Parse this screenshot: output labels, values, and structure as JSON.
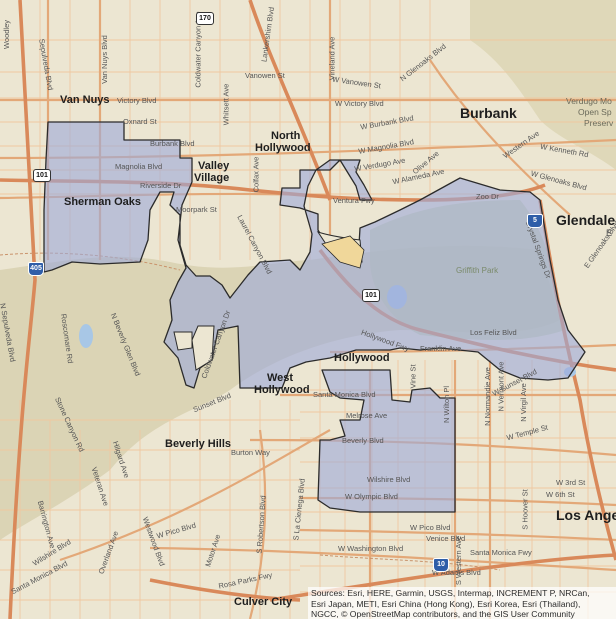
{
  "map": {
    "cities": [
      {
        "id": "burbank",
        "name": "Burbank"
      },
      {
        "id": "glendale",
        "name": "Glendale"
      },
      {
        "id": "los-angeles",
        "name": "Los Angel"
      },
      {
        "id": "beverly-hills",
        "name": "Beverly Hills"
      },
      {
        "id": "culver-city",
        "name": "Culver City"
      },
      {
        "id": "van-nuys",
        "name": "Van Nuys"
      },
      {
        "id": "sherman-oaks",
        "name": "Sherman Oaks"
      },
      {
        "id": "north-hollywood-1",
        "name": "North"
      },
      {
        "id": "north-hollywood-2",
        "name": "Hollywood"
      },
      {
        "id": "valley-village-1",
        "name": "Valley"
      },
      {
        "id": "valley-village-2",
        "name": "Village"
      },
      {
        "id": "hollywood",
        "name": "Hollywood"
      },
      {
        "id": "west-hollywood-1",
        "name": "West"
      },
      {
        "id": "west-hollywood-2",
        "name": "Hollywood"
      }
    ],
    "streets": [
      {
        "id": "victory-blvd",
        "name": "Victory Blvd"
      },
      {
        "id": "w-victory-blvd",
        "name": "W Victory Blvd"
      },
      {
        "id": "oxnard-st",
        "name": "Oxnard St"
      },
      {
        "id": "vanowen-st",
        "name": "Vanowen St"
      },
      {
        "id": "w-vanowen-st",
        "name": "W Vanowen St"
      },
      {
        "id": "burbank-blvd",
        "name": "Burbank Blvd"
      },
      {
        "id": "w-burbank-blvd",
        "name": "W Burbank Blvd"
      },
      {
        "id": "magnolia-blvd",
        "name": "Magnolia Blvd"
      },
      {
        "id": "w-magnolia-blvd",
        "name": "W Magnolia Blvd"
      },
      {
        "id": "riverside-dr",
        "name": "Riverside Dr"
      },
      {
        "id": "w-verdugo-ave",
        "name": "W Verdugo Ave"
      },
      {
        "id": "w-alameda-ave",
        "name": "W Alameda Ave"
      },
      {
        "id": "moorpark-st",
        "name": "Moorpark St"
      },
      {
        "id": "ventura-fwy",
        "name": "Ventura Fwy"
      },
      {
        "id": "laurel-canyon-blvd",
        "name": "Laurel Canyon Blvd"
      },
      {
        "id": "coldwater-canyon-ave",
        "name": "Coldwater Canyon Ave"
      },
      {
        "id": "whitsett-ave",
        "name": "Whitsett Ave"
      },
      {
        "id": "lankershim-blvd",
        "name": "Lankershim Blvd"
      },
      {
        "id": "vineland-ave",
        "name": "Vineland Ave"
      },
      {
        "id": "colfax-ave",
        "name": "Colfax Ave"
      },
      {
        "id": "sepulveda-blvd",
        "name": "Sepulveda Blvd"
      },
      {
        "id": "van-nuys-blvd",
        "name": "Van Nuys Blvd"
      },
      {
        "id": "woodley-ave",
        "name": "Woodley"
      },
      {
        "id": "n-glenoaks-blvd",
        "name": "N Glenoaks Blvd"
      },
      {
        "id": "w-glenoaks-blvd",
        "name": "W Glenoaks Blvd"
      },
      {
        "id": "w-kenneth-rd",
        "name": "W Kenneth Rd"
      },
      {
        "id": "western-ave",
        "name": "Western Ave"
      },
      {
        "id": "olive-ave",
        "name": "Olive Ave"
      },
      {
        "id": "zoo-dr",
        "name": "Zoo Dr"
      },
      {
        "id": "crystal-springs-dr",
        "name": "Crystal Springs Dr"
      },
      {
        "id": "los-feliz-blvd",
        "name": "Los Feliz Blvd"
      },
      {
        "id": "griffith-park",
        "name": "Griffith Park"
      },
      {
        "id": "franklin-ave",
        "name": "Franklin Ave"
      },
      {
        "id": "hollywood-fwy",
        "name": "Hollywood Fwy"
      },
      {
        "id": "santa-monica-blvd",
        "name": "Santa Monica Blvd"
      },
      {
        "id": "melrose-ave",
        "name": "Melrose Ave"
      },
      {
        "id": "beverly-blvd",
        "name": "Beverly Blvd"
      },
      {
        "id": "wilshire-blvd",
        "name": "Wilshire Blvd"
      },
      {
        "id": "w-olympic-blvd",
        "name": "W Olympic Blvd"
      },
      {
        "id": "w-pico-blvd",
        "name": "W Pico Blvd"
      },
      {
        "id": "venice-blvd",
        "name": "Venice Blvd"
      },
      {
        "id": "w-washington-blvd",
        "name": "W Washington Blvd"
      },
      {
        "id": "w-adams-blvd",
        "name": "W Adams Blvd"
      },
      {
        "id": "santa-monica-fwy",
        "name": "Santa Monica Fwy"
      },
      {
        "id": "rosa-parks-fwy",
        "name": "Rosa Parks Fwy"
      },
      {
        "id": "sunset-blvd",
        "name": "Sunset Blvd"
      },
      {
        "id": "w-sunset-blvd",
        "name": "W Sunset Blvd"
      },
      {
        "id": "w-temple-st",
        "name": "W Temple St"
      },
      {
        "id": "burton-way",
        "name": "Burton Way"
      },
      {
        "id": "vine-st",
        "name": "Vine St"
      },
      {
        "id": "n-wilton-pl",
        "name": "N Wilton Pl"
      },
      {
        "id": "n-normandie-ave",
        "name": "N Normandie Ave"
      },
      {
        "id": "n-vermont-ave",
        "name": "N Vermont Ave"
      },
      {
        "id": "n-virgil-ave",
        "name": "N Virgil Ave"
      },
      {
        "id": "s-hoover-st",
        "name": "S Hoover St"
      },
      {
        "id": "s-robertson-blvd",
        "name": "S Robertson Blvd"
      },
      {
        "id": "w-3rd-st",
        "name": "W 3rd St"
      },
      {
        "id": "w-6th-st",
        "name": "W 6th St"
      },
      {
        "id": "w-pico-blvd-2",
        "name": "W Pico Blvd"
      },
      {
        "id": "coldwater-canyon-dr",
        "name": "Coldwater Canyon Dr"
      },
      {
        "id": "n-beverly-glen-blvd",
        "name": "N Beverly Glen Blvd"
      },
      {
        "id": "roscomare-rd",
        "name": "Roscomare Rd"
      },
      {
        "id": "stone-canyon-rd",
        "name": "Stone Canyon Rd"
      },
      {
        "id": "n-sepulveda-blvd",
        "name": "N Sepulveda Blvd"
      },
      {
        "id": "wilshire-blvd-w",
        "name": "Wilshire Blvd"
      },
      {
        "id": "santa-monica-blvd-w",
        "name": "Santa Monica Blvd"
      },
      {
        "id": "westwood-blvd",
        "name": "Westwood Blvd"
      },
      {
        "id": "overland-ave",
        "name": "Overland Ave"
      },
      {
        "id": "barrington-ave",
        "name": "Barrington Ave"
      },
      {
        "id": "motor-ave",
        "name": "Motor Ave"
      },
      {
        "id": "veteran-ave",
        "name": "Veteran Ave"
      },
      {
        "id": "hilgard-ave",
        "name": "Hilgard Ave"
      },
      {
        "id": "s-la-cienega-blvd",
        "name": "S La Cienega Blvd"
      },
      {
        "id": "s-western-ave",
        "name": "S Western Ave"
      },
      {
        "id": "e-glenoaks-blvd",
        "name": "E Glenoaks Blvd"
      },
      {
        "id": "verdugo-mountains",
        "name": "Verdugo Mo"
      },
      {
        "id": "open-space",
        "name": "Open Sp"
      },
      {
        "id": "preserve",
        "name": "Preserv"
      },
      {
        "id": "glendale-ave-e",
        "name": "E"
      }
    ],
    "shields": [
      {
        "id": "i-101-a",
        "number": "101",
        "kind": "us"
      },
      {
        "id": "i-170",
        "number": "170",
        "kind": "us"
      },
      {
        "id": "i-101-b",
        "number": "101",
        "kind": "us"
      },
      {
        "id": "i-10-a",
        "number": "10",
        "kind": "interstate"
      },
      {
        "id": "i-405",
        "number": "405",
        "kind": "interstate"
      },
      {
        "id": "i-5",
        "number": "5",
        "kind": "interstate"
      }
    ],
    "colors": {
      "land": "#ece6d2",
      "hills": "#d9d2b4",
      "roads": "#e8b486",
      "freeway": "#d98e5d",
      "district_fill": "#9ea9d9",
      "district_stroke": "#2b2b2b",
      "water": "#a8c7e6",
      "park": "#c9d2a2"
    },
    "attribution": [
      "Sources: Esri, HERE, Garmin, USGS, Intermap, INCREMENT P, NRCan,",
      "Esri Japan, METI, Esri China (Hong Kong), Esri Korea, Esri (Thailand),",
      "NGCC, © OpenStreetMap contributors, and the GIS User Community"
    ]
  }
}
